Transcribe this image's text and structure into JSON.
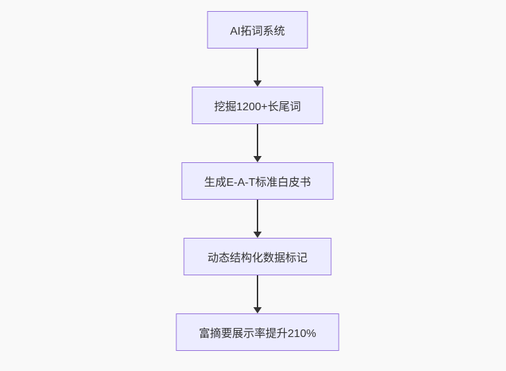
{
  "diagram": {
    "type": "flowchart",
    "direction": "top-down",
    "colors": {
      "canvas_background": "#f9f9f9",
      "node_fill": "#ECECFF",
      "node_border": "#9370DB",
      "edge_color": "#333333",
      "text_color": "#333333"
    },
    "nodes": [
      {
        "id": "n1",
        "label": "AI拓词系统"
      },
      {
        "id": "n2",
        "label": "挖掘1200+长尾词"
      },
      {
        "id": "n3",
        "label": "生成E-A-T标准白皮书"
      },
      {
        "id": "n4",
        "label": "动态结构化数据标记"
      },
      {
        "id": "n5",
        "label": "富摘要展示率提升210%"
      }
    ],
    "edges": [
      {
        "from": "AI拓词系统",
        "to": "挖掘1200+长尾词",
        "arrow": "down"
      },
      {
        "from": "挖掘1200+长尾词",
        "to": "生成E-A-T标准白皮书",
        "arrow": "down"
      },
      {
        "from": "生成E-A-T标准白皮书",
        "to": "动态结构化数据标记",
        "arrow": "down"
      },
      {
        "from": "动态结构化数据标记",
        "to": "富摘要展示率提升210%",
        "arrow": "down"
      }
    ]
  }
}
